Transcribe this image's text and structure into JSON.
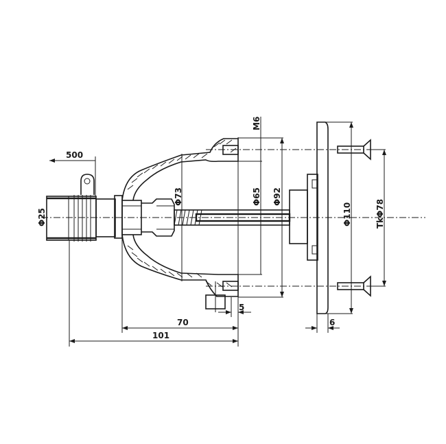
{
  "drawing": {
    "dimensions": {
      "length_top": "500",
      "pipe_diameter": "Φ25",
      "housing_diameter": "Φ73",
      "inner_diameter": "Φ65",
      "flange_diameter": "Φ92",
      "thread": "M6",
      "plate_diameter": "Φ110",
      "bolt_circle": "TkΦ78",
      "gap": "5",
      "length_70": "70",
      "length_101": "101",
      "plate_thickness": "6"
    }
  }
}
